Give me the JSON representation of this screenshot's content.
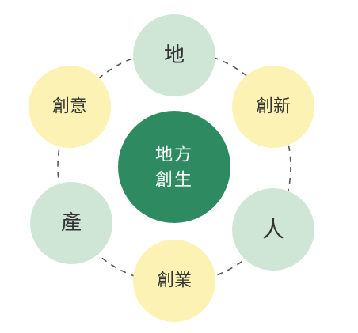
{
  "diagram": {
    "center": {
      "line1": "地方",
      "line2": "創生",
      "color": "#2e8b61"
    },
    "nodes": [
      {
        "id": "chi",
        "label": "地",
        "color": "#cfe6d6"
      },
      {
        "id": "soushin",
        "label": "創新",
        "color": "#fbf2b3"
      },
      {
        "id": "hito",
        "label": "人",
        "color": "#cfe6d6"
      },
      {
        "id": "sougyou",
        "label": "創業",
        "color": "#fbf2b3"
      },
      {
        "id": "san",
        "label": "產",
        "color": "#cfe6d6"
      },
      {
        "id": "soui",
        "label": "創意",
        "color": "#fbf2b3"
      }
    ],
    "ring_color": "#555555"
  }
}
